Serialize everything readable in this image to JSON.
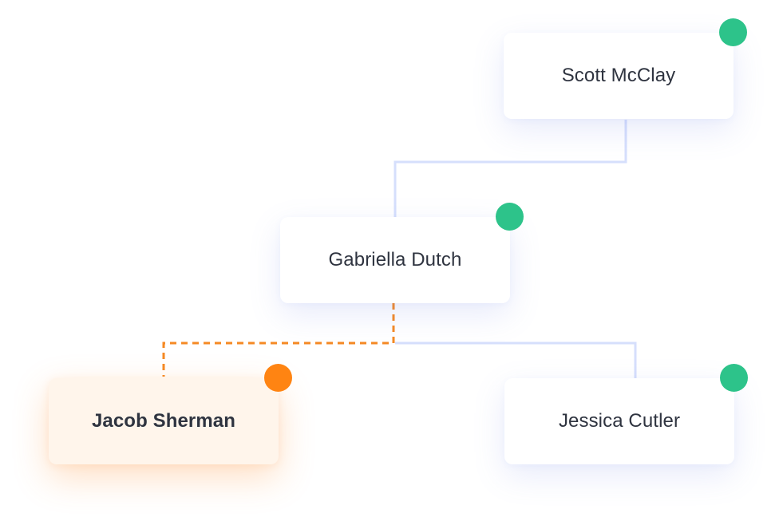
{
  "colors": {
    "online": "#2dc38a",
    "active": "#ff8412",
    "connector": "#d6dffc",
    "active_connector": "#f58a24"
  },
  "nodes": {
    "scott": {
      "name": "Scott McClay",
      "status": "online"
    },
    "gabriella": {
      "name": "Gabriella Dutch",
      "status": "online"
    },
    "jacob": {
      "name": "Jacob Sherman",
      "status": "active"
    },
    "jessica": {
      "name": "Jessica Cutler",
      "status": "online"
    }
  },
  "edges": [
    {
      "from": "scott",
      "to": "gabriella",
      "style": "solid"
    },
    {
      "from": "gabriella",
      "to": "jacob",
      "style": "dashed"
    },
    {
      "from": "gabriella",
      "to": "jessica",
      "style": "solid"
    }
  ]
}
